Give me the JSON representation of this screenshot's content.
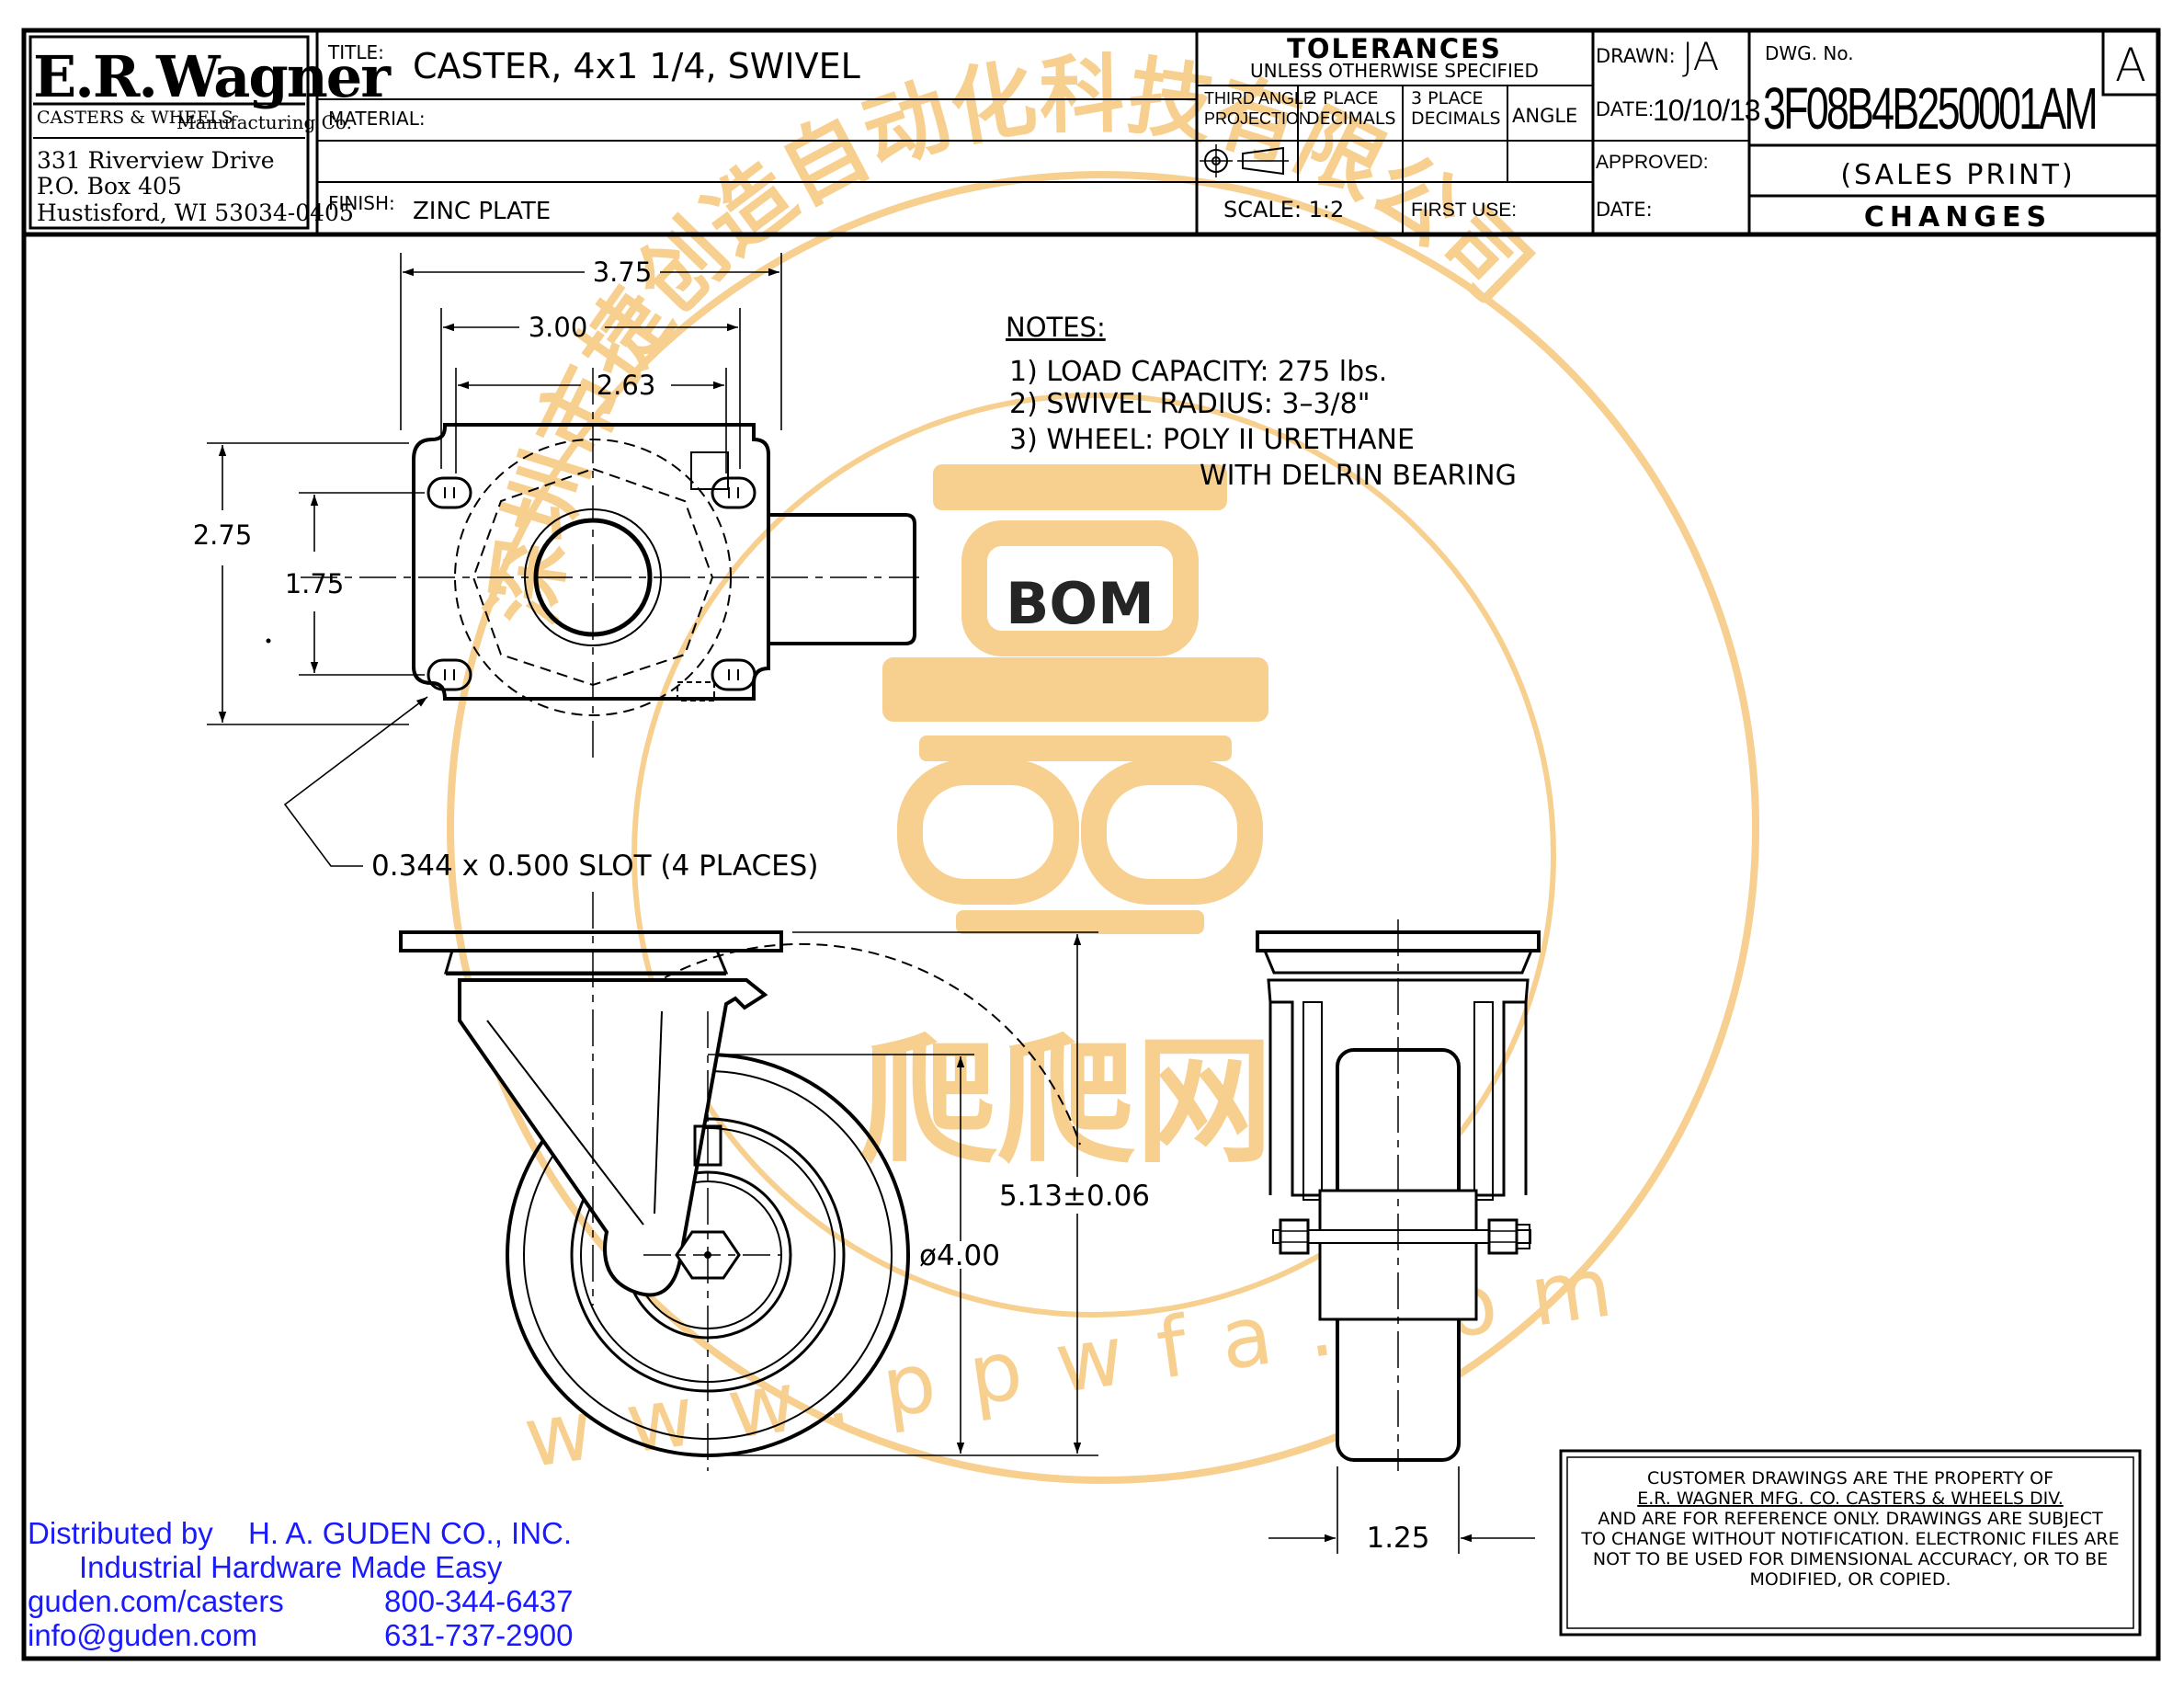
{
  "company": {
    "logo_text": "E.R.Wagner",
    "tag_left": "CASTERS & WHEELS",
    "tag_right": "Manufacturing Co.",
    "address_1": "331 Riverview Drive",
    "address_2": "P.O. Box 405",
    "address_3": "Hustisford, WI 53034-0405"
  },
  "title_block": {
    "title_label": "TITLE:",
    "title_value": "CASTER,  4x1  1/4,  SWIVEL",
    "material_label": "MATERIAL:",
    "material_value": "",
    "finish_label": "FINISH:",
    "finish_value": "ZINC  PLATE",
    "tolerances_heading": "TOLERANCES",
    "tolerances_sub": "UNLESS  OTHERWISE  SPECIFIED",
    "third_angle_1": "THIRD ANGLE",
    "third_angle_2": "PROJECTION",
    "two_place_1": "2  PLACE",
    "two_place_2": "DECIMALS",
    "three_place_1": "3  PLACE",
    "three_place_2": "DECIMALS",
    "angle": "ANGLE",
    "scale": "SCALE:  1:2",
    "first_use": "FIRST USE:",
    "drawn_label": "DRAWN:",
    "drawn_value": "JA",
    "date_label": "DATE:",
    "date_value": "10/10/13",
    "approved_label": "APPROVED:",
    "date2_label": "DATE:",
    "dwg_label": "DWG.  No.",
    "dwg_value": "3F08B4B250001AM",
    "revision": "A",
    "sales_print": "(SALES  PRINT)",
    "changes": "CHANGES"
  },
  "dimensions": {
    "d_375": "3.75",
    "d_300": "3.00",
    "d_263": "2.63",
    "d_275": "2.75",
    "d_175": "1.75",
    "slot": "0.344  x  0.500  SLOT  (4  PLACES)",
    "height": "5.13±0.06",
    "wheel_dia": "ø4.00",
    "width": "1.25"
  },
  "notes": {
    "heading": "NOTES:",
    "line_1": "1)  LOAD  CAPACITY:  275  lbs.",
    "line_2": "2)  SWIVEL  RADIUS:  3–3/8\"",
    "line_3": "3)  WHEEL:  POLY  II  URETHANE",
    "line_4": "WITH  DELRIN  BEARING"
  },
  "disclaimer": {
    "line_1": "CUSTOMER  DRAWINGS  ARE  THE  PROPERTY  OF",
    "line_2": "E.R.  WAGNER  MFG.  CO.  CASTERS  &  WHEELS  DIV.",
    "line_3": "AND  ARE  FOR  REFERENCE  ONLY.  DRAWINGS  ARE  SUBJECT",
    "line_4": "TO  CHANGE  WITHOUT  NOTIFICATION.  ELECTRONIC  FILES  ARE",
    "line_5": "NOT  TO  BE  USED  FOR  DIMENSIONAL  ACCURACY,  OR  TO  BE",
    "line_6": "MODIFIED,  OR  COPIED."
  },
  "distributor": {
    "by_label": "Distributed by",
    "name": "H. A. GUDEN CO., INC.",
    "tagline": "Industrial Hardware Made Easy",
    "web": "guden.com/casters",
    "phone_1": "800-344-6437",
    "email": "info@guden.com",
    "phone_2": "631-737-2900"
  },
  "watermark": {
    "arc_text": "深圳市捷创造自动化科技有限公司",
    "logo_text": "BOM",
    "brand_text": "爬爬网",
    "url_text": "www.ppwfa.com",
    "color": "#f6c77c"
  }
}
